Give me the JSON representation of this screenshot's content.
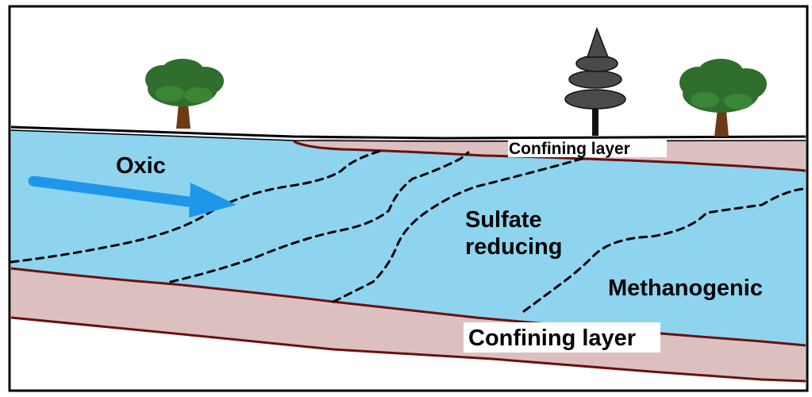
{
  "labels": {
    "oxic": "Oxic",
    "sulfate_line1": "Sulfate",
    "sulfate_line2": "reducing",
    "methanogenic": "Methanogenic",
    "confining_top": "Confining layer",
    "confining_bottom": "Confining layer"
  },
  "colors": {
    "aquifer": "#8ed4ee",
    "confining": "#dcc0c0",
    "confining_edge": "#6b1010",
    "flow_arrow": "#1e96ea",
    "tree_foliage": "#2f6e2c",
    "tree_trunk": "#6e3a16",
    "conifer": "#4a4a4a"
  },
  "icons": {
    "flow": "flow-direction-arrow",
    "trees": [
      "deciduous-tree-icon",
      "conifer-tree-icon",
      "deciduous-tree-icon"
    ]
  }
}
